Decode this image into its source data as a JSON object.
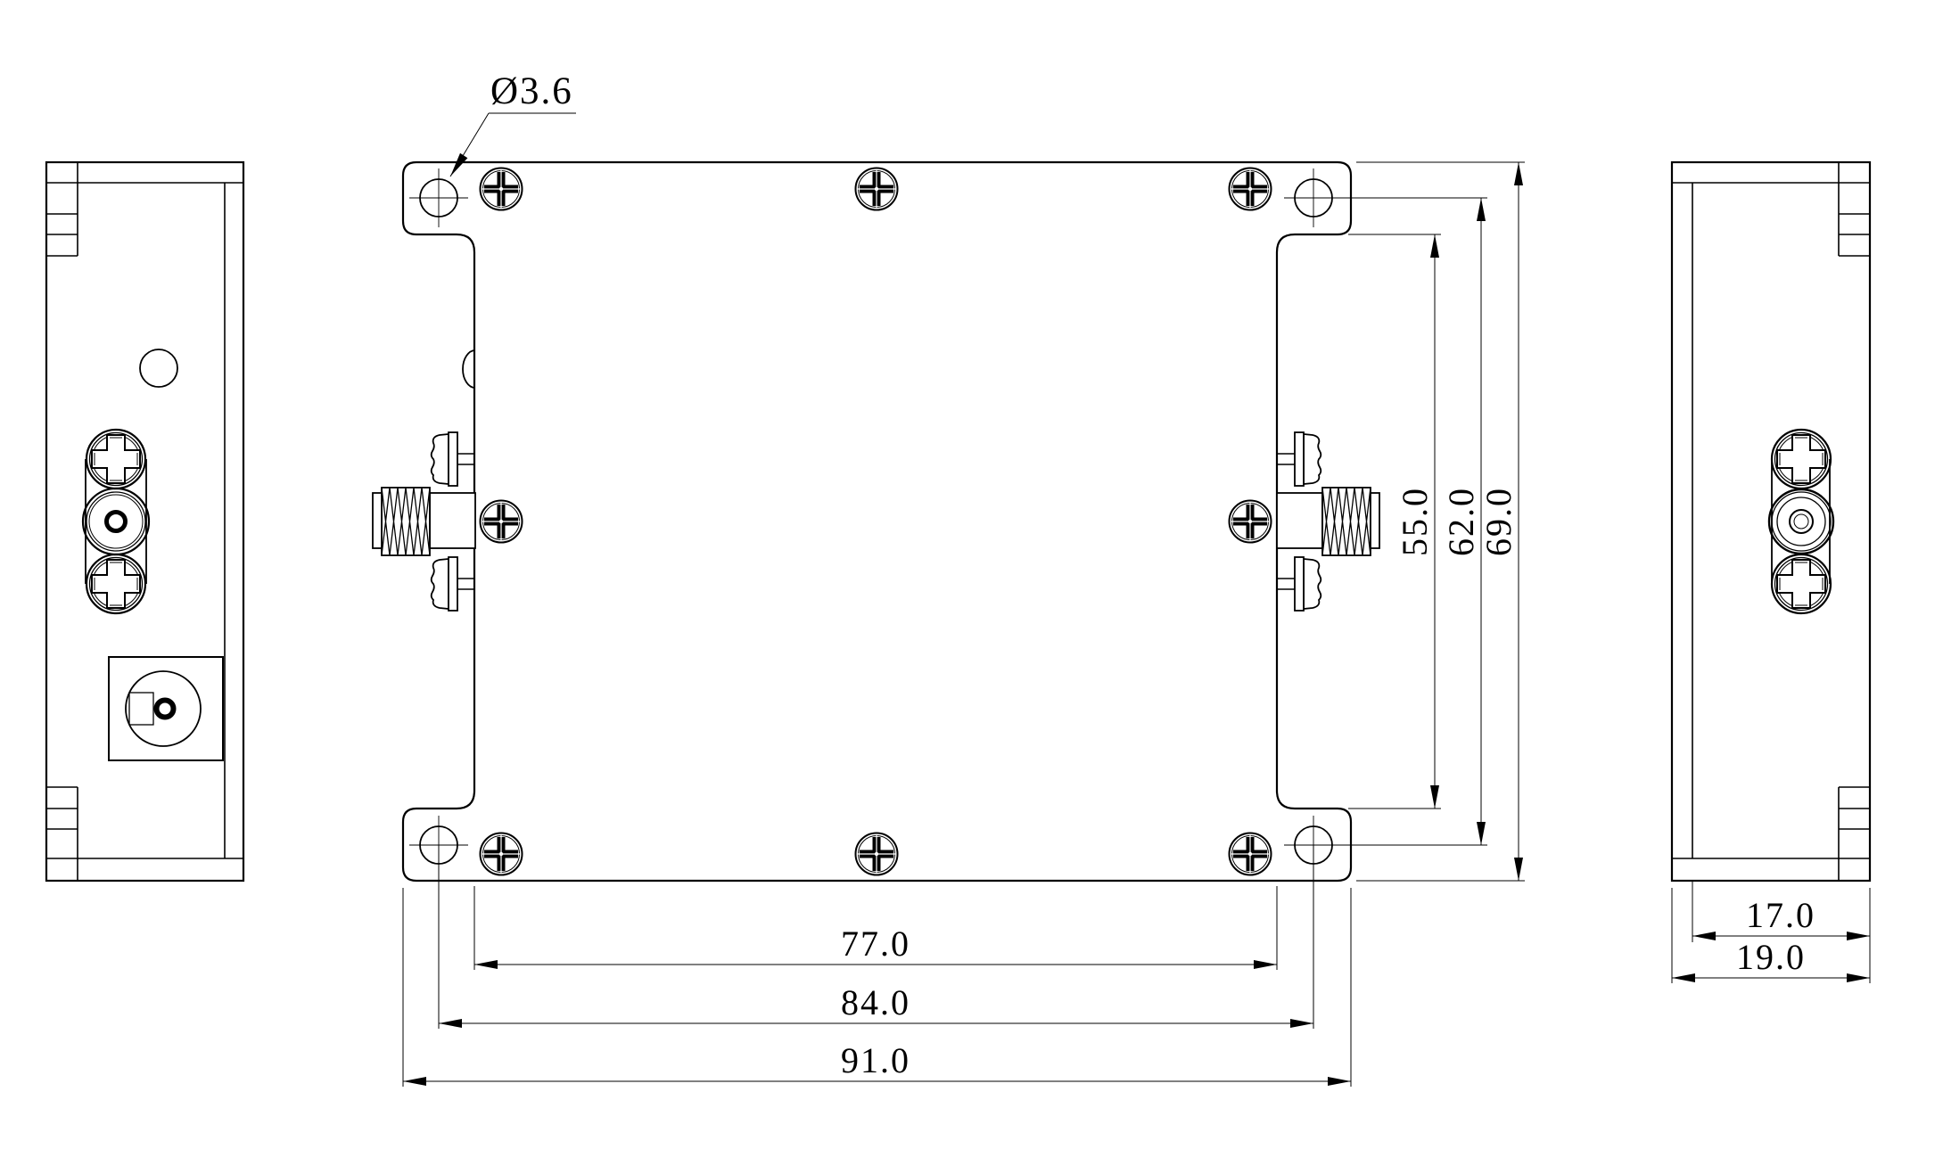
{
  "drawing": {
    "kind": "engineering-drawing",
    "callout": {
      "hole_diameter": "Ø3.6"
    },
    "front_view": {
      "dims_horizontal": [
        {
          "label": "77.0"
        },
        {
          "label": "84.0"
        },
        {
          "label": "91.0"
        }
      ],
      "dims_vertical": [
        {
          "label": "55.0"
        },
        {
          "label": "62.0"
        },
        {
          "label": "69.0"
        }
      ]
    },
    "right_side_view": {
      "dims": [
        {
          "label": "17.0"
        },
        {
          "label": "19.0"
        }
      ]
    }
  }
}
